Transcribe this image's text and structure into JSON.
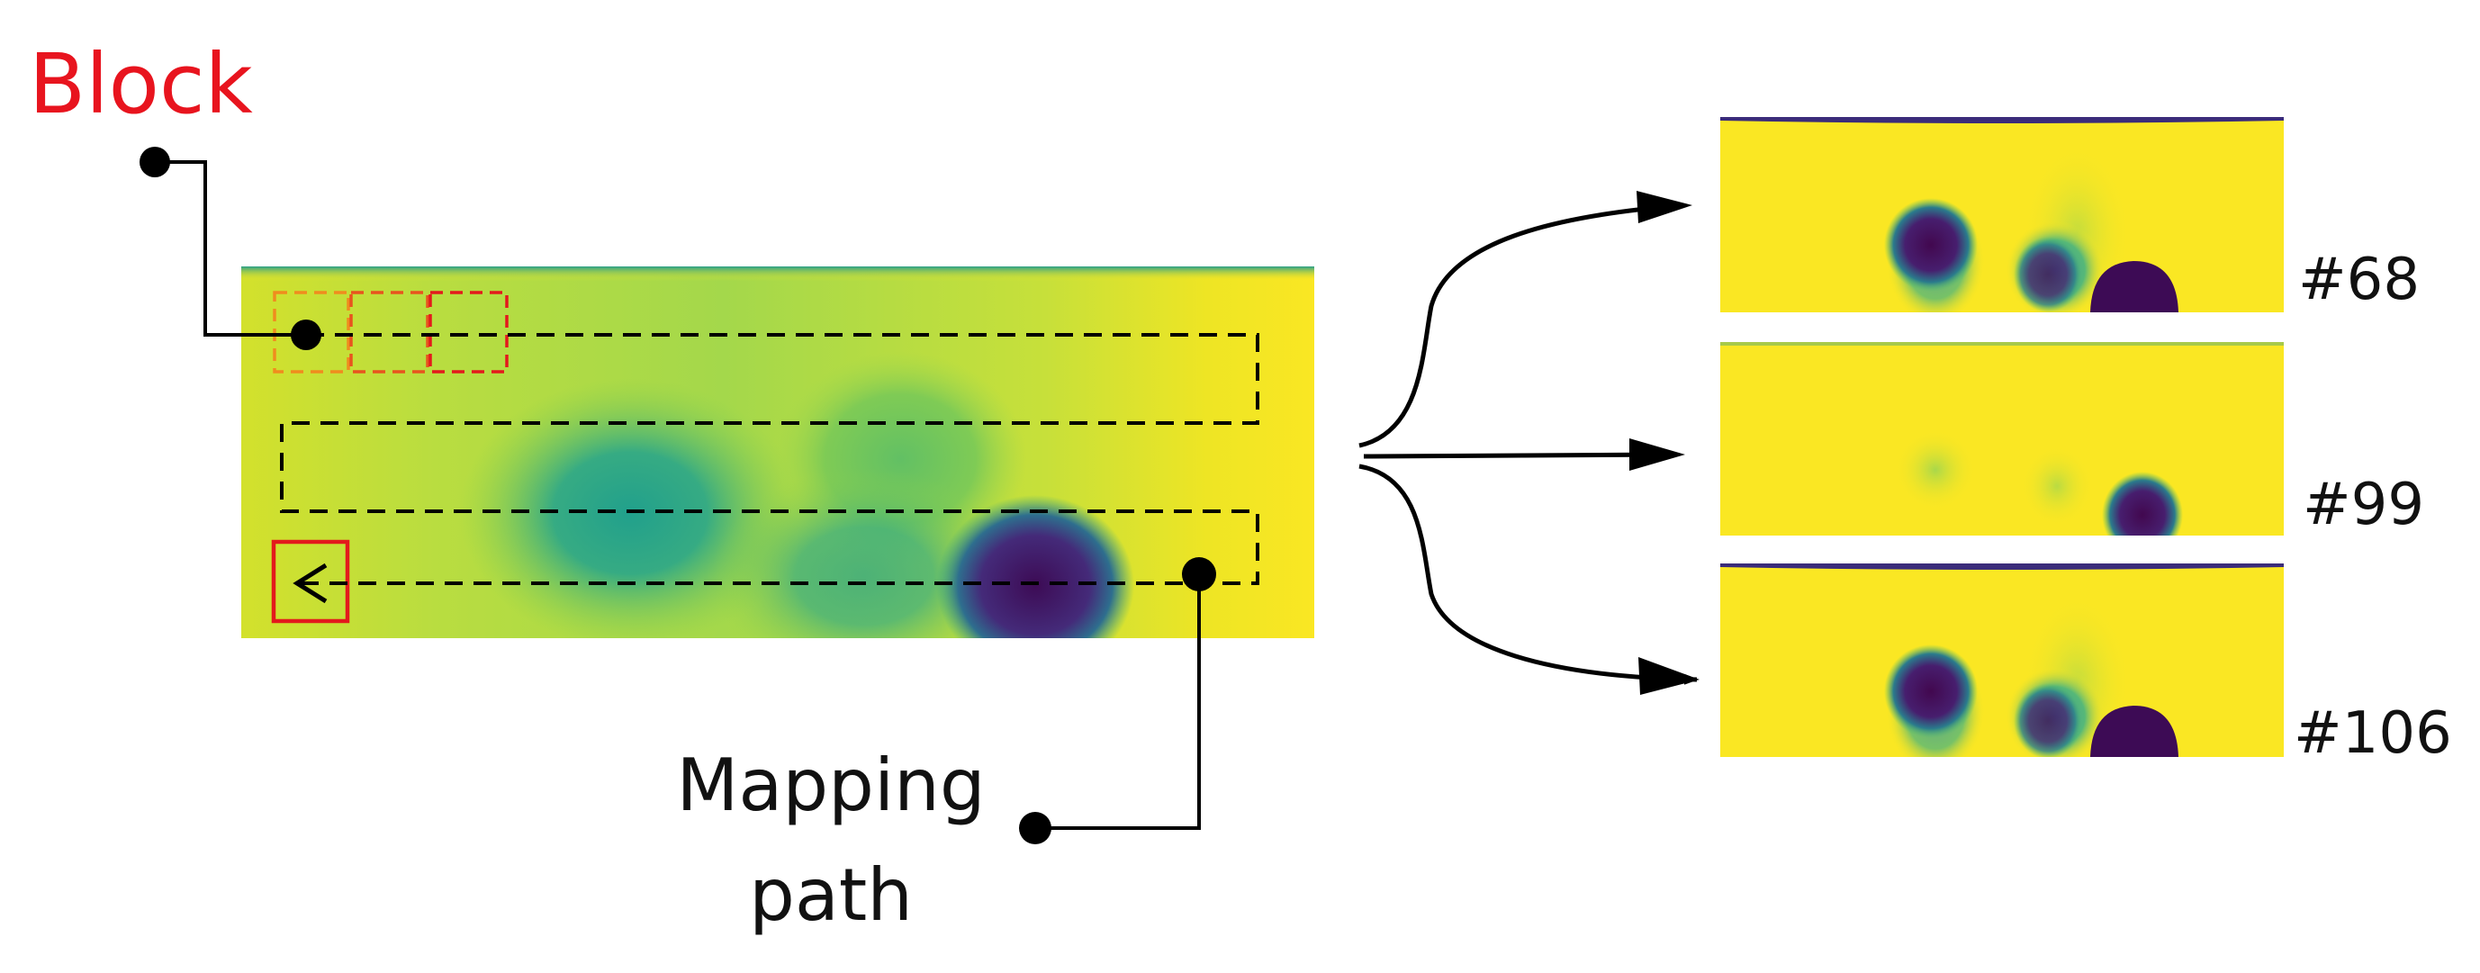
{
  "block_label": "Block",
  "mapping_label": {
    "line1": "Mapping",
    "line2": "path"
  },
  "colors": {
    "block_label": "#e8141e",
    "yellow": "#fae723",
    "dark_blob": "#3d0b55",
    "teal": "#27a393",
    "green": "#8ad04c",
    "lime": "#c4dd35",
    "block_box_red": "#e31a1c",
    "block_box_orange": "#f08c1e",
    "path": "#000000"
  },
  "maps": [
    {
      "label": "#68"
    },
    {
      "label": "#99"
    },
    {
      "label": "#106"
    }
  ]
}
